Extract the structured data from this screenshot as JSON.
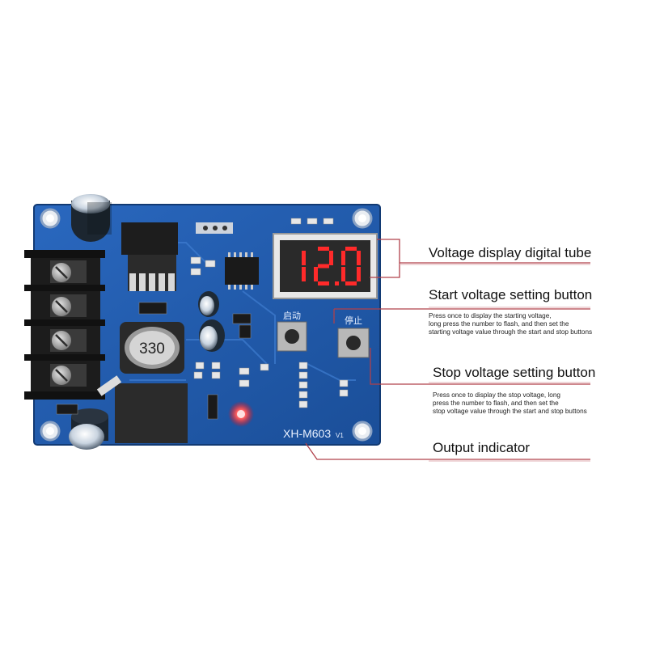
{
  "board": {
    "model": "XH-M603",
    "version": "V1",
    "inductor_code": "330",
    "display_reading": "12.0",
    "button_start_label": "启动",
    "button_stop_label": "停止"
  },
  "annotations": {
    "display": {
      "title": "Voltage display digital tube"
    },
    "start": {
      "title": "Start voltage setting button",
      "desc_lines": [
        "Press once to display the starting voltage,",
        "long press the number to flash, and then set the",
        "starting voltage value through the start and stop buttons"
      ]
    },
    "stop": {
      "title": "Stop voltage setting button",
      "desc_lines": [
        "Press once to display the stop voltage, long",
        "press the number to flash, and then set the",
        "stop voltage value through the start and stop buttons"
      ]
    },
    "output": {
      "title": "Output indicator"
    }
  },
  "colors": {
    "pcb": "#1f57a8",
    "pcb_dark": "#173f7c",
    "leader_line": "#b0404a",
    "segment_on": "#ff2a2a",
    "terminal": "#1a1a1a"
  }
}
